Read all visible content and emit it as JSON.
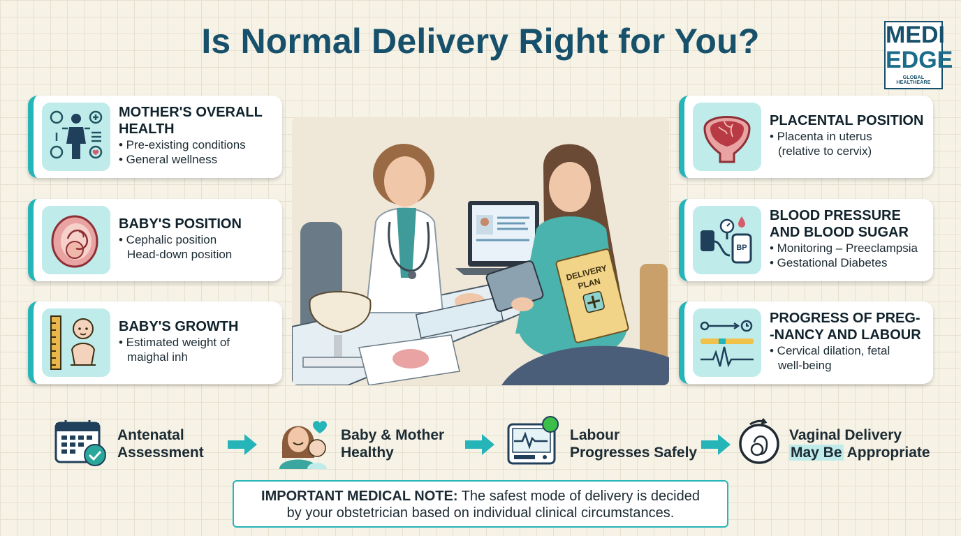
{
  "title": "Is Normal Delivery Right for You?",
  "logo": {
    "line1": "MEDI",
    "line2": "EDGE",
    "line3": "GLOBAL HEALTHEARE"
  },
  "left_cards": [
    {
      "heading": "MOTHER'S OVERALL HEALTH",
      "lines": [
        "• Pre-existing conditions",
        "• General wellness"
      ]
    },
    {
      "heading": "BABY'S POSITION",
      "lines": [
        "• Cephalic position",
        "Head-down position"
      ]
    },
    {
      "heading": "BABY'S GROWTH",
      "lines": [
        "• Estimated weight of",
        "maighal inh"
      ]
    }
  ],
  "right_cards": [
    {
      "heading": "PLACENTAL POSITION",
      "lines": [
        "• Placenta in uterus",
        "(relative to cervix)"
      ]
    },
    {
      "heading": "BLOOD PRESSURE AND BLOOD SUGAR",
      "lines": [
        "• Monitoring – Preeclampsia",
        "• Gestational Diabetes"
      ]
    },
    {
      "heading": "PROGRESS OF PREG- -NANCY AND LABOUR",
      "lines": [
        "• Cervical dilation, fetal",
        "well-being"
      ]
    }
  ],
  "scene": {
    "book_line1": "DELIVERY",
    "book_line2": "PLAN",
    "monitor_label": "BP"
  },
  "flow": [
    {
      "line1": "Antenatal",
      "line2": "Assessment"
    },
    {
      "line1": "Baby & Mother",
      "line2": "Healthy"
    },
    {
      "line1": "Labour",
      "line2": "Progresses Safely"
    },
    {
      "line1": "Vaginal Delivery",
      "line2_highlight": "May Be",
      "line2_rest": " Appropriate"
    }
  ],
  "note": {
    "label": "IMPORTANT MEDICAL NOTE:",
    "text1": " The safest mode of delivery is decided",
    "text2": "by your obstetrician based on individual clinical circumstances."
  },
  "colors": {
    "title": "#17506b",
    "accent": "#25b4b8",
    "icon_bg": "#bfeceb",
    "background": "#f6f2e6"
  },
  "icons": [
    "health-icon",
    "fetus-icon",
    "baby-growth-icon",
    "placenta-icon",
    "blood-pressure-icon",
    "labour-progress-icon",
    "calendar-check-icon",
    "mother-baby-icon",
    "monitor-icon",
    "fetus-circle-icon"
  ]
}
